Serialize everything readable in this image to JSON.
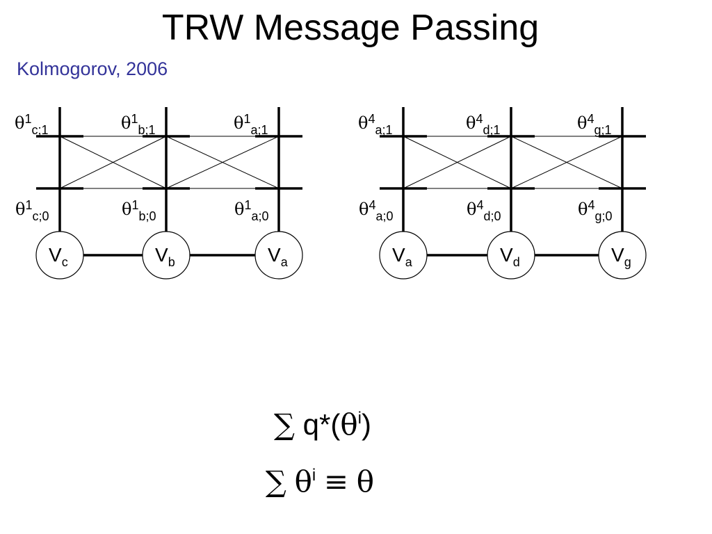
{
  "title": "TRW Message Passing",
  "subtitle": "Kolmogorov, 2006",
  "theta_symbol": "θ",
  "trees": [
    {
      "tree_index": "1",
      "nodes": [
        {
          "name": "V",
          "sub": "c",
          "top": "c;1",
          "bottom": "c;0"
        },
        {
          "name": "V",
          "sub": "b",
          "top": "b;1",
          "bottom": "b;0"
        },
        {
          "name": "V",
          "sub": "a",
          "top": "a;1",
          "bottom": "a;0"
        }
      ]
    },
    {
      "tree_index": "4",
      "nodes": [
        {
          "name": "V",
          "sub": "a",
          "top": "a;1",
          "bottom": "a;0"
        },
        {
          "name": "V",
          "sub": "d",
          "top": "d;1",
          "bottom": "d;0"
        },
        {
          "name": "V",
          "sub": "g",
          "top": "g;1",
          "bottom": "g;0"
        }
      ]
    }
  ],
  "formulas": {
    "line1": {
      "sum": "∑",
      "body": "q*(",
      "theta": "θ",
      "sup": "i",
      "close": ")"
    },
    "line2": {
      "sum": "∑",
      "theta": "θ",
      "sup": "i",
      "equiv": "≡",
      "theta2": "θ"
    }
  }
}
